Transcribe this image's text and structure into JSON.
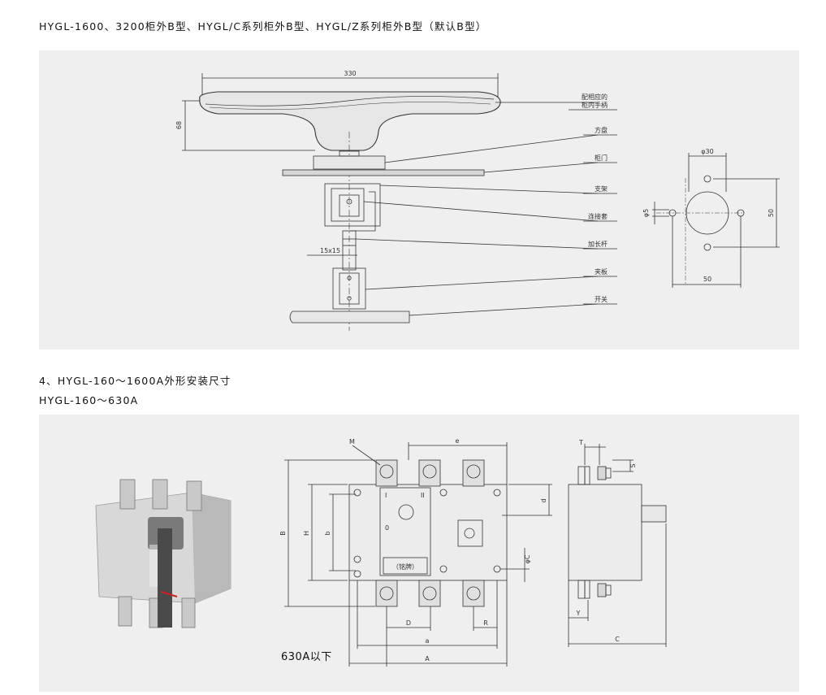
{
  "section1": {
    "title": "HYGL-1600、3200柜外B型、HYGL/C系列柜外B型、HYGL/Z系列柜外B型（默认B型）",
    "dimensions": {
      "width": "330",
      "height": "68",
      "shaft": "15x15",
      "hole_dia": "φ30",
      "small_hole": "φ5",
      "pitch_h": "50",
      "pitch_v": "50"
    },
    "labels": [
      "配相应的",
      "柜内手柄",
      "方盘",
      "柜门",
      "支架",
      "连接套",
      "加长杆",
      "夹板",
      "开关"
    ]
  },
  "section2": {
    "title": "4、HYGL-160～1600A外形安装尺寸",
    "subtitle": "HYGL-160～630A",
    "caption": "630A以下",
    "front_labels": {
      "M": "M",
      "e": "e",
      "d": "d",
      "B": "B",
      "H": "H",
      "b": "b",
      "phiC": "φC",
      "D": "D",
      "R": "R",
      "a": "a",
      "A": "A",
      "nameplate": "（铭牌）",
      "pos_i": "I",
      "pos_ii": "II",
      "pos_0": "0"
    },
    "side_labels": {
      "T": "T",
      "S": "S",
      "Y": "Y",
      "C": "C"
    }
  }
}
